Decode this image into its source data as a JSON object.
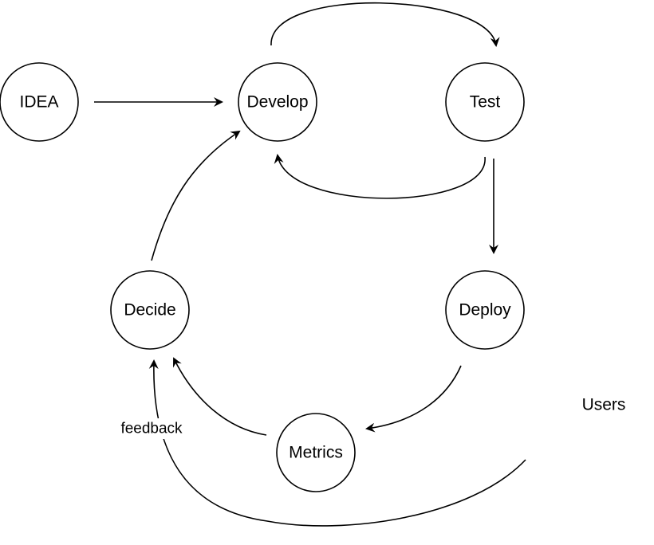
{
  "diagram": {
    "nodes": {
      "idea": "IDEA",
      "develop": "Develop",
      "test": "Test",
      "deploy": "Deploy",
      "decide": "Decide",
      "metrics": "Metrics"
    },
    "labels": {
      "users": "Users",
      "feedback": "feedback"
    },
    "colors": {
      "stroke": "#000000",
      "node_fill": "#ffffff",
      "background": "#ffffff"
    }
  }
}
